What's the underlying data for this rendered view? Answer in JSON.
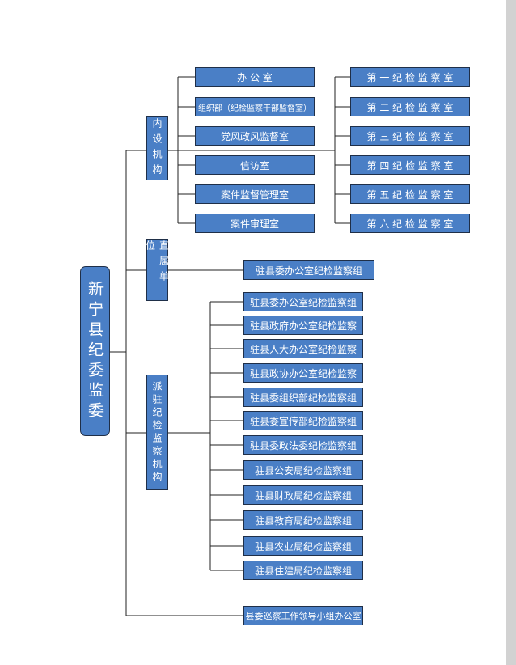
{
  "root": {
    "label": "新宁县纪委监委"
  },
  "categories": {
    "neishe": {
      "label": "内设机构"
    },
    "zhishu": {
      "label": "直属单位"
    },
    "paizhu": {
      "label": "派驻纪检监察机构"
    }
  },
  "internal_left": [
    "办 公 室",
    "组织部（纪检监察干部监督室）",
    "党风政风监督室",
    "信访室",
    "案件监督管理室",
    "案件审理室"
  ],
  "internal_right": [
    "第 一 纪 检 监 察 室",
    "第 二 纪 检 监 察 室",
    "第 三 纪 检 监 察 室",
    "第 四 纪 检 监 察 室",
    "第 五 纪 检 监 察 室",
    "第 六 纪 检 监 察 室"
  ],
  "direct": [
    "驻县委办公室纪检监察组"
  ],
  "dispatched": [
    "驻县委办公室纪检监察组",
    "驻县政府办公室纪检监察",
    "驻县人大办公室纪检监察",
    "驻县政协办公室纪检监察",
    "驻县委组织部纪检监察组",
    "驻县委宣传部纪检监察组",
    "驻县委政法委纪检监察组",
    "驻县公安局纪检监察组",
    "驻县财政局纪检监察组",
    "驻县教育局纪检监察组",
    "驻县农业局纪检监察组",
    "驻县住建局纪检监察组"
  ],
  "inspection_office": {
    "label": "县委巡察工作领导小组办公室"
  },
  "colors": {
    "box_fill": "#4a7fc6",
    "box_border": "#1f2f48",
    "line": "#222222",
    "scrollbar": "#d2d2d2"
  }
}
